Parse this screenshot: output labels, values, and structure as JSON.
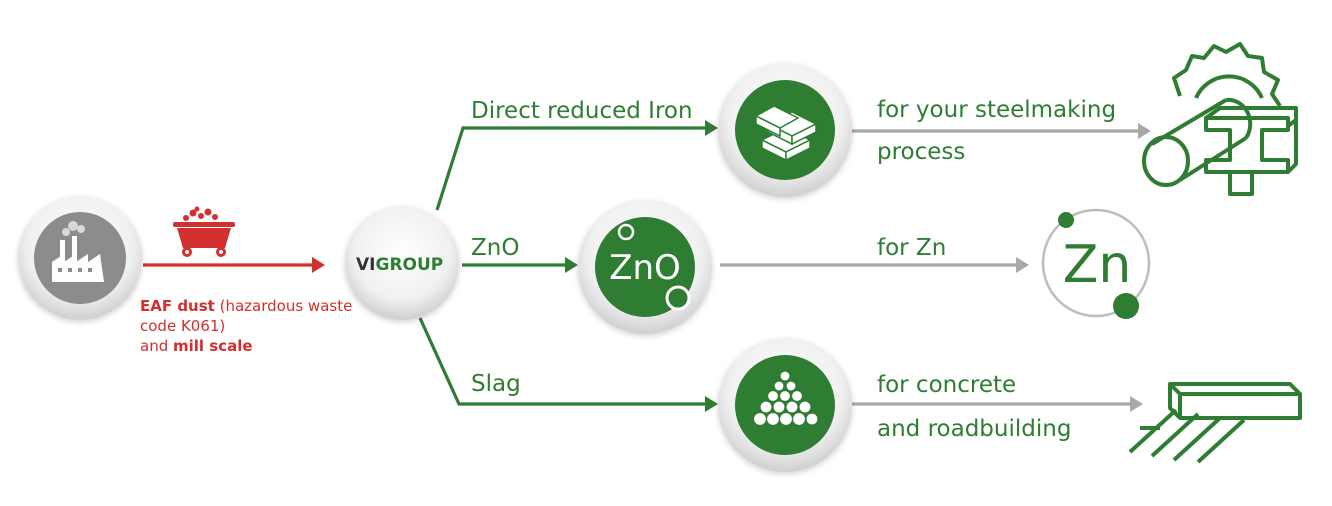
{
  "colors": {
    "green": "#2e7d32",
    "red": "#d32f2f",
    "gray": "#9e9e9e"
  },
  "source": {
    "icon": "factory-icon",
    "cart_icon": "ore-cart-icon",
    "line1_bold": "EAF dust",
    "line1_rest": " (hazardous waste",
    "line2": "code K061)",
    "line3_pre": "and ",
    "line3_bold": "mill scale"
  },
  "hub": {
    "brand_part1": "VI",
    "brand_part2": "GROUP"
  },
  "branches": [
    {
      "label": "Direct reduced Iron",
      "icon": "iron-bars-icon",
      "output_line1": "for your steelmaking",
      "output_line2": "process",
      "output_icon": "steel-products-icon"
    },
    {
      "label": "ZnO",
      "icon_text": "ZnO",
      "output_line1": "for Zn",
      "output_icon_text": "Zn"
    },
    {
      "label": "Slag",
      "icon": "slag-pile-icon",
      "output_line1": "for concrete",
      "output_line2": "and roadbuilding",
      "output_icon": "concrete-beam-icon"
    }
  ]
}
